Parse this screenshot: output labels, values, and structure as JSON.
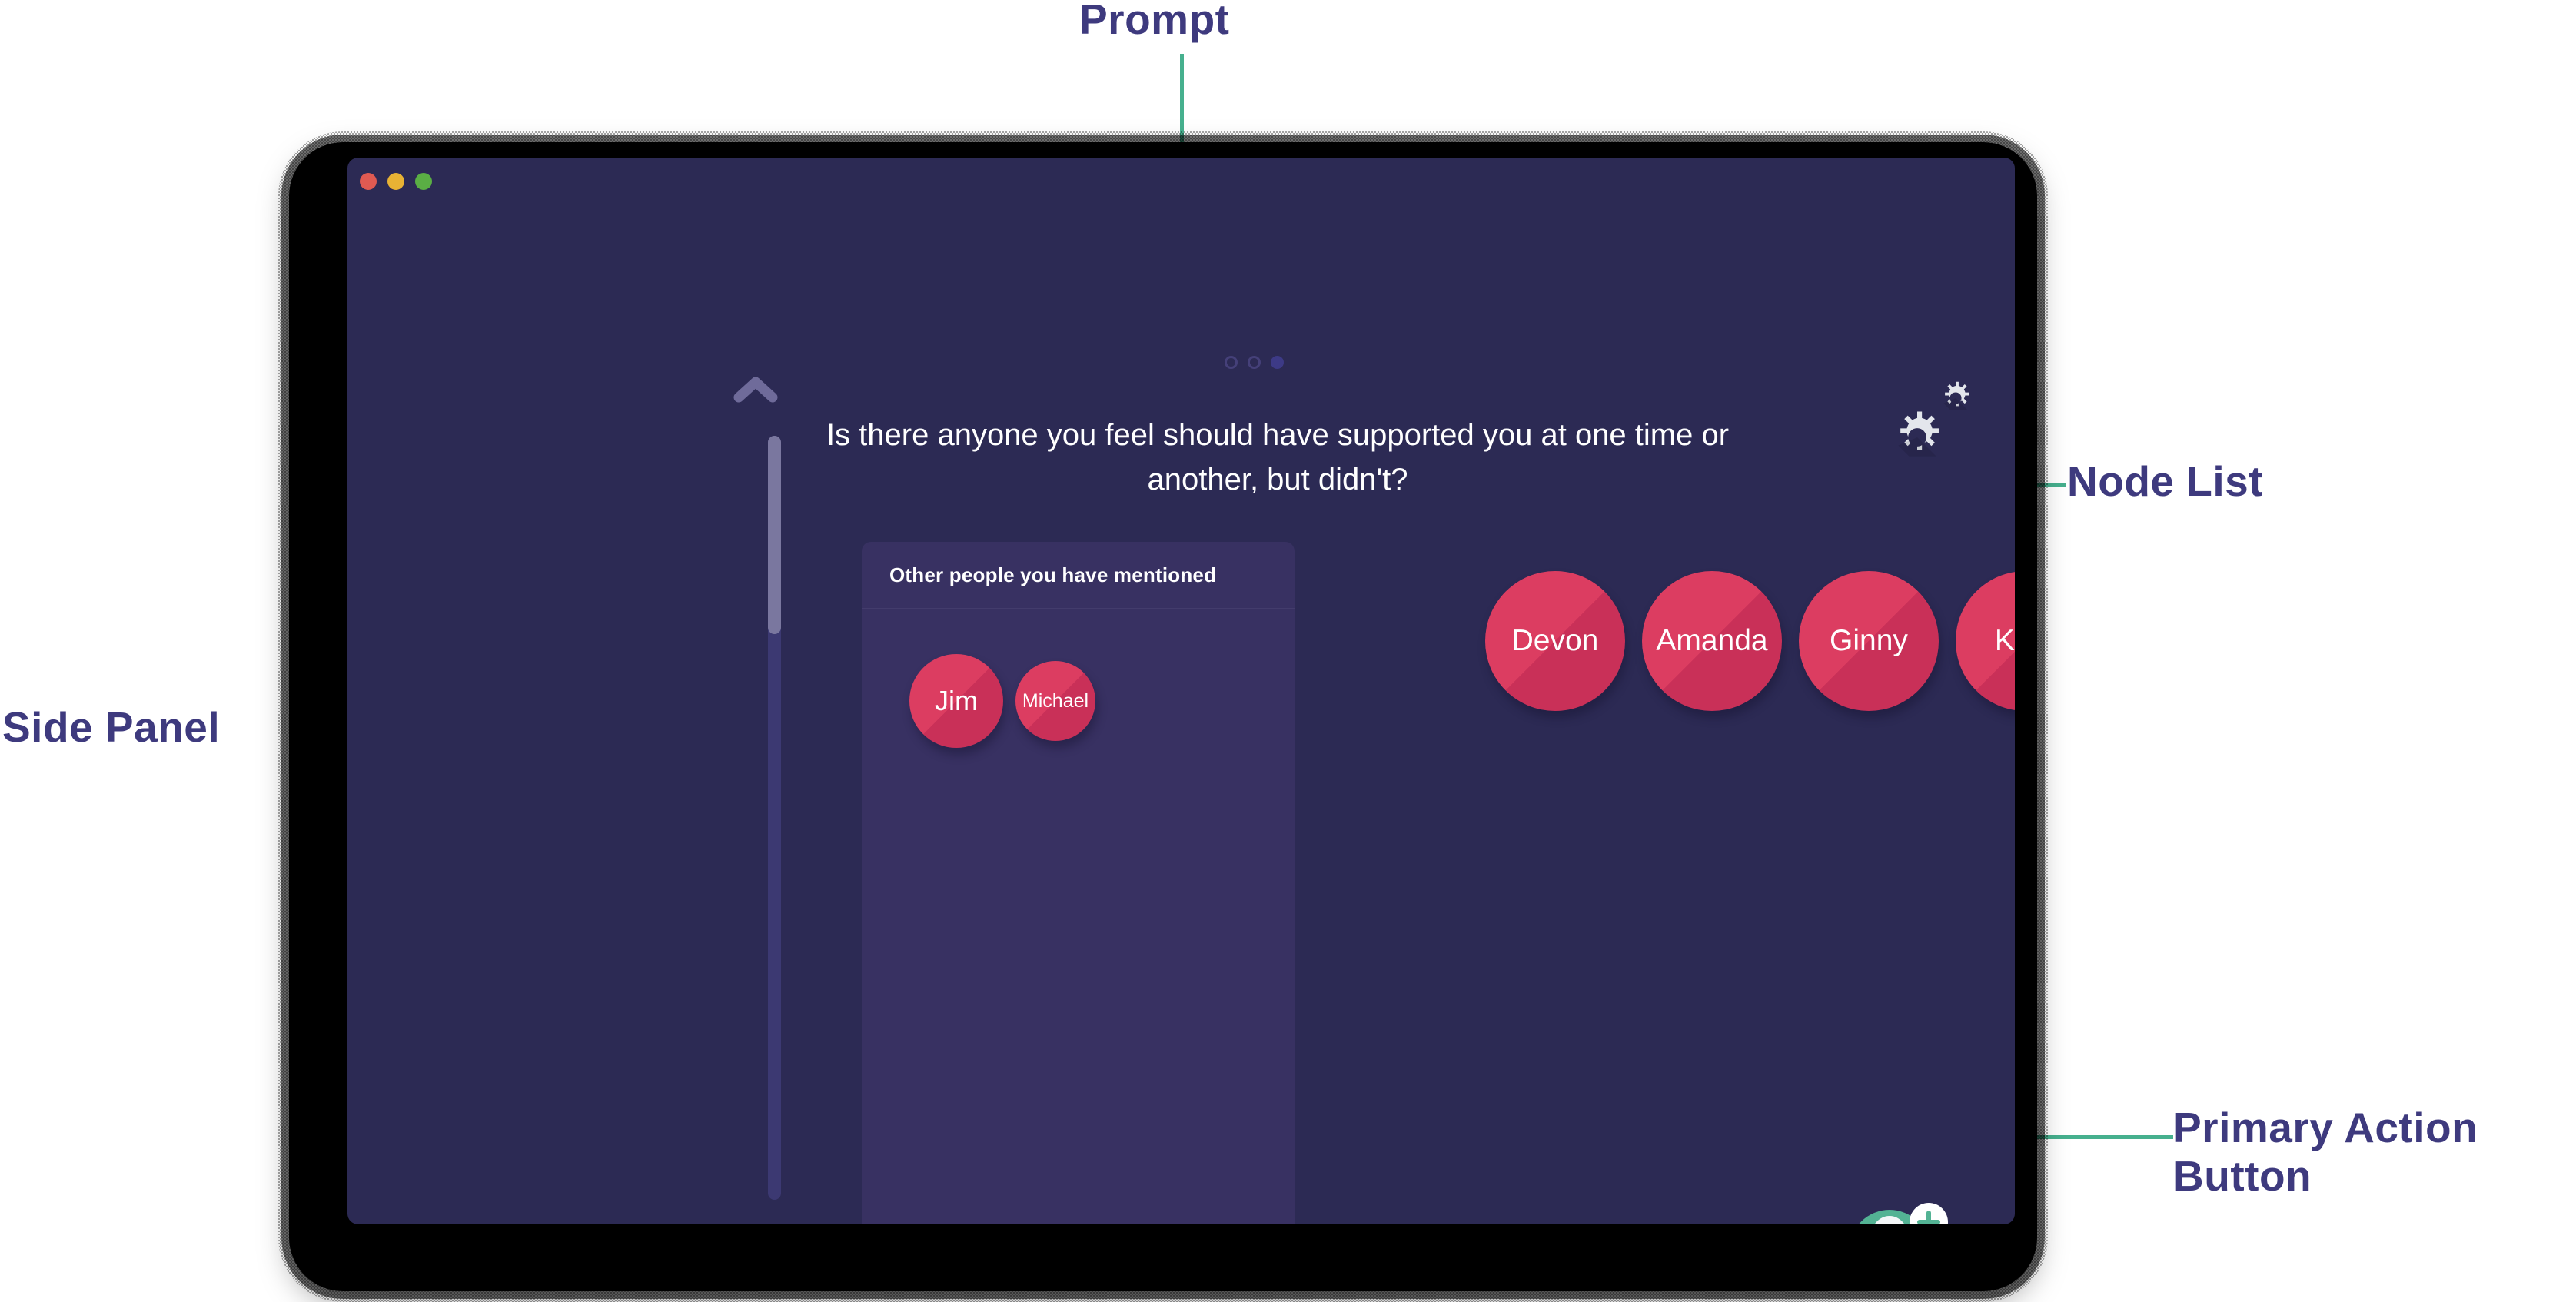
{
  "annotations": [
    {
      "id": "prompt",
      "label": "Prompt"
    },
    {
      "id": "side-panel",
      "label": "Side Panel"
    },
    {
      "id": "node-list",
      "label": "Node List"
    },
    {
      "id": "primary",
      "label": "Primary Action\nButton"
    }
  ],
  "annotation_labels": {
    "prompt": "Prompt",
    "side_panel": "Side Panel",
    "node_list": "Node List",
    "primary_action": "Primary Action\nButton"
  },
  "colors": {
    "annotation_text": "#3E3A7E",
    "leader_line": "#46B08E",
    "bezel": "#000000",
    "screen_background": "#2C2A54",
    "side_panel_background": "#383162",
    "side_panel_accent": "#52B093",
    "node_fill": "#DC3D61",
    "node_fill_shade": "#C93058",
    "scrollbar_track": "#3C3972",
    "scrollbar_thumb": "#7A779F",
    "pagination_active": "#3D3A86",
    "pagination_inactive": "#454079",
    "primary_action_green": "#53B394",
    "primary_action_red": "#D63A33",
    "traffic_red": "#E05A52",
    "traffic_yellow": "#E8B234",
    "traffic_green": "#5AAE44"
  },
  "window": {
    "traffic_lights": [
      {
        "name": "close-button",
        "color": "#E05A52"
      },
      {
        "name": "minimize-button",
        "color": "#E8B234"
      },
      {
        "name": "maximize-button",
        "color": "#5AAE44"
      }
    ]
  },
  "header": {
    "pagination": {
      "total": 3,
      "active_index": 2
    },
    "settings_icon": "gears-icon"
  },
  "prompt": {
    "text": "Is there anyone you feel should have supported you at one time or another, but didn't?"
  },
  "left_rail": {
    "scroll_up_icon": "chevron-up-icon",
    "scroll_down_icon": "chevron-down-icon",
    "scrollbar": {
      "thumb_position_percent": 0,
      "thumb_size_percent": 26
    }
  },
  "side_panel": {
    "title": "Other people you have mentioned",
    "nodes": [
      {
        "label": "Jim",
        "size": 122
      },
      {
        "label": "Michael",
        "size": 104
      }
    ]
  },
  "node_list": {
    "nodes": [
      {
        "label": "Devon"
      },
      {
        "label": "Amanda"
      },
      {
        "label": "Ginny"
      },
      {
        "label": "Kate"
      }
    ]
  },
  "primary_action": {
    "icon": "add-person-icon",
    "badge_icon": "plus-icon"
  }
}
